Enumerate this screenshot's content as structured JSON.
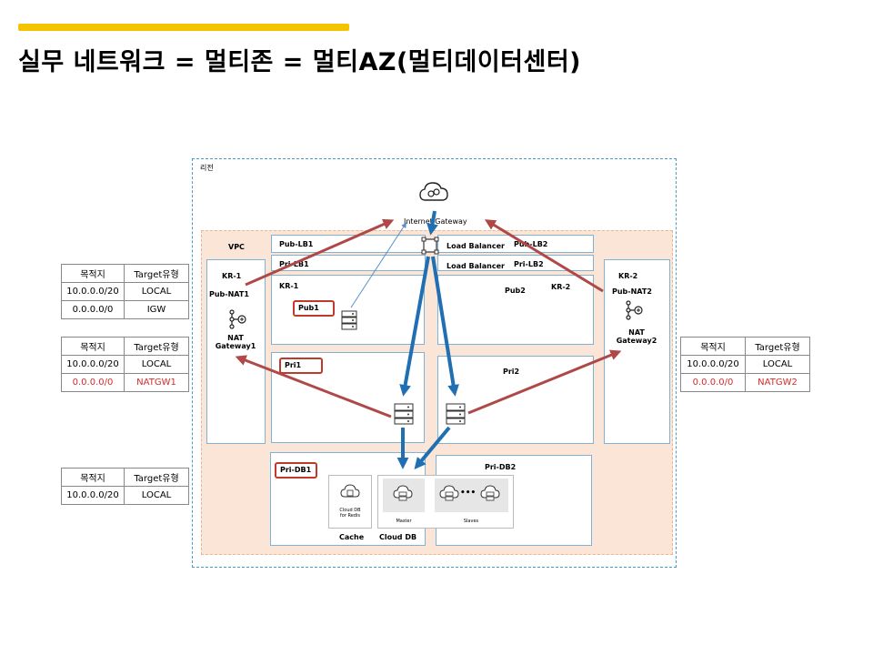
{
  "title": "실무 네트워크 = 멀티존 = 멀티AZ(멀티데이터센터)",
  "region_label": "리전",
  "vpc_label": "VPC",
  "internet_gateway_label": "Internet Gateway",
  "subnets": {
    "pub_lb1": "Pub-LB1",
    "pri_lb1": "Pri-LB1",
    "pub_lb2": "Pub-LB2",
    "pri_lb2": "Pri-LB2",
    "pub1": "Pub1",
    "pub2": "Pub2",
    "pri1": "Pri1",
    "pri2": "Pri2",
    "pri_db1": "Pri-DB1",
    "pri_db2": "Pri-DB2",
    "pub_nat1": "Pub-NAT1",
    "pub_nat2": "Pub-NAT2"
  },
  "zones": {
    "left_nat": "KR-1",
    "left_pub": "KR-1",
    "right_pub": "KR-2",
    "right_nat": "KR-2"
  },
  "load_balancer_label_1": "Load Balancer",
  "load_balancer_label_2": "Load Balancer",
  "nat_gateway1_label": "NAT\nGateway1",
  "nat_gateway2_label": "NAT\nGateway2",
  "db": {
    "redis_label": "Cloud DB\nfor Redis",
    "master_label": "Master",
    "slaves_label": "Slaves",
    "cache_label": "Cache",
    "cloud_db_label": "Cloud DB",
    "ellipsis": "•••"
  },
  "route_tables": {
    "headers": [
      "목적지",
      "Target유형"
    ],
    "pub": [
      [
        "10.0.0.0/20",
        "LOCAL"
      ],
      [
        "0.0.0.0/0",
        "IGW"
      ]
    ],
    "pri1": [
      [
        "10.0.0.0/20",
        "LOCAL"
      ],
      [
        "0.0.0.0/0",
        "NATGW1"
      ]
    ],
    "pri2": [
      [
        "10.0.0.0/20",
        "LOCAL"
      ],
      [
        "0.0.0.0/0",
        "NATGW2"
      ]
    ],
    "db": [
      [
        "10.0.0.0/20",
        "LOCAL"
      ]
    ]
  },
  "colors": {
    "accent_bar": "#f5c400",
    "vpc_fill": "#fbe5d6",
    "region_border": "#4a9cc7",
    "blue_arrow": "#1f6fb2",
    "red_arrow": "#b04848",
    "highlight_red": "#d62b2b"
  }
}
